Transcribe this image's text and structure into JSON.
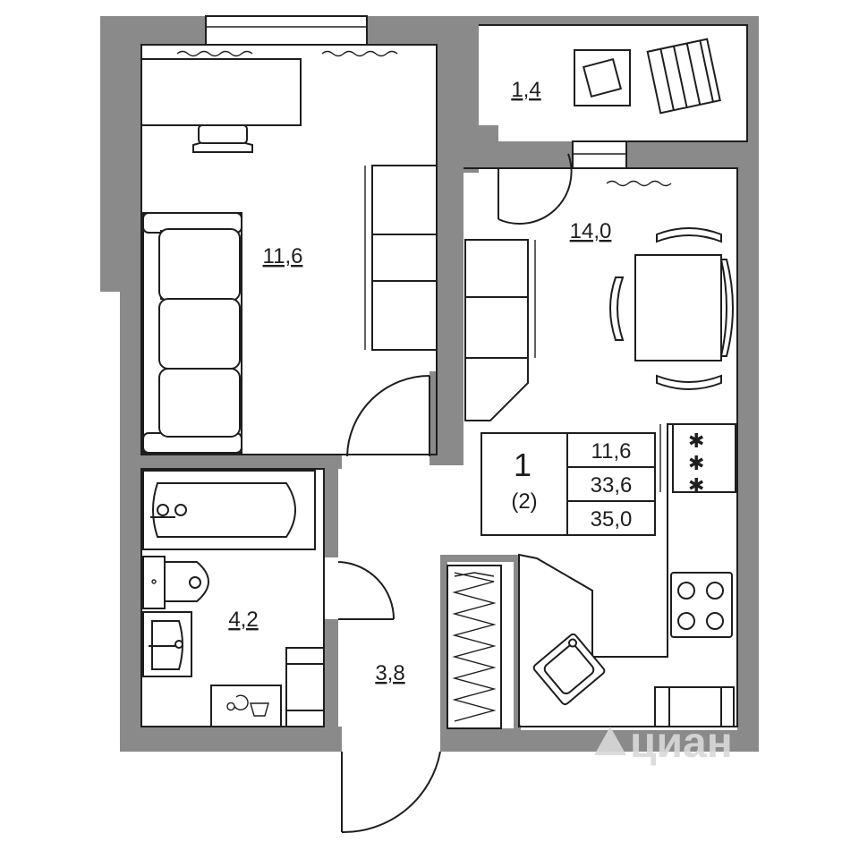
{
  "rooms": {
    "balcony_area": "1,4",
    "living_area": "11,6",
    "kitchen_area": "14,0",
    "bathroom_area": "4,2",
    "hall_area": "3,8"
  },
  "summary": {
    "rooms_count": "1",
    "rooms_alt": "(2)",
    "living_sqm": "11,6",
    "total_sqm": "33,6",
    "total_with_balcony_sqm": "35,0"
  },
  "watermark": {
    "text": "циан",
    "icon": "cian-logo-icon"
  },
  "colors": {
    "wall": "#8a8a8a",
    "line": "#1e1e1e",
    "background": "#ffffff"
  }
}
